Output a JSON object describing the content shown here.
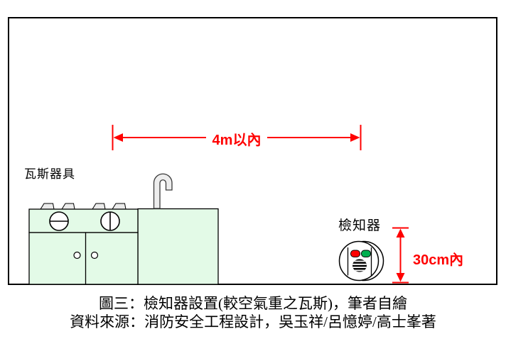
{
  "figure": {
    "type": "technical-diagram",
    "subject": "gas detector installation distances for gas heavier than air"
  },
  "colors": {
    "dimension_red": "#FF0000",
    "appliance_green": "#E3FAE7",
    "metal_gray": "#EBEBEB",
    "led_red": "#FF0000",
    "led_green": "#00B050",
    "outline_black": "#000000"
  },
  "diagram": {
    "appliance_label": "瓦斯器具",
    "detector_label": "檢知器",
    "horizontal_dimension_label": "4m以內",
    "vertical_dimension_label": "30cm內"
  },
  "caption": {
    "line1": "圖三：檢知器設置(較空氣重之瓦斯)，筆者自繪",
    "line2": "資料來源：消防安全工程設計，吳玉祥/呂憶婷/高士峯著"
  }
}
